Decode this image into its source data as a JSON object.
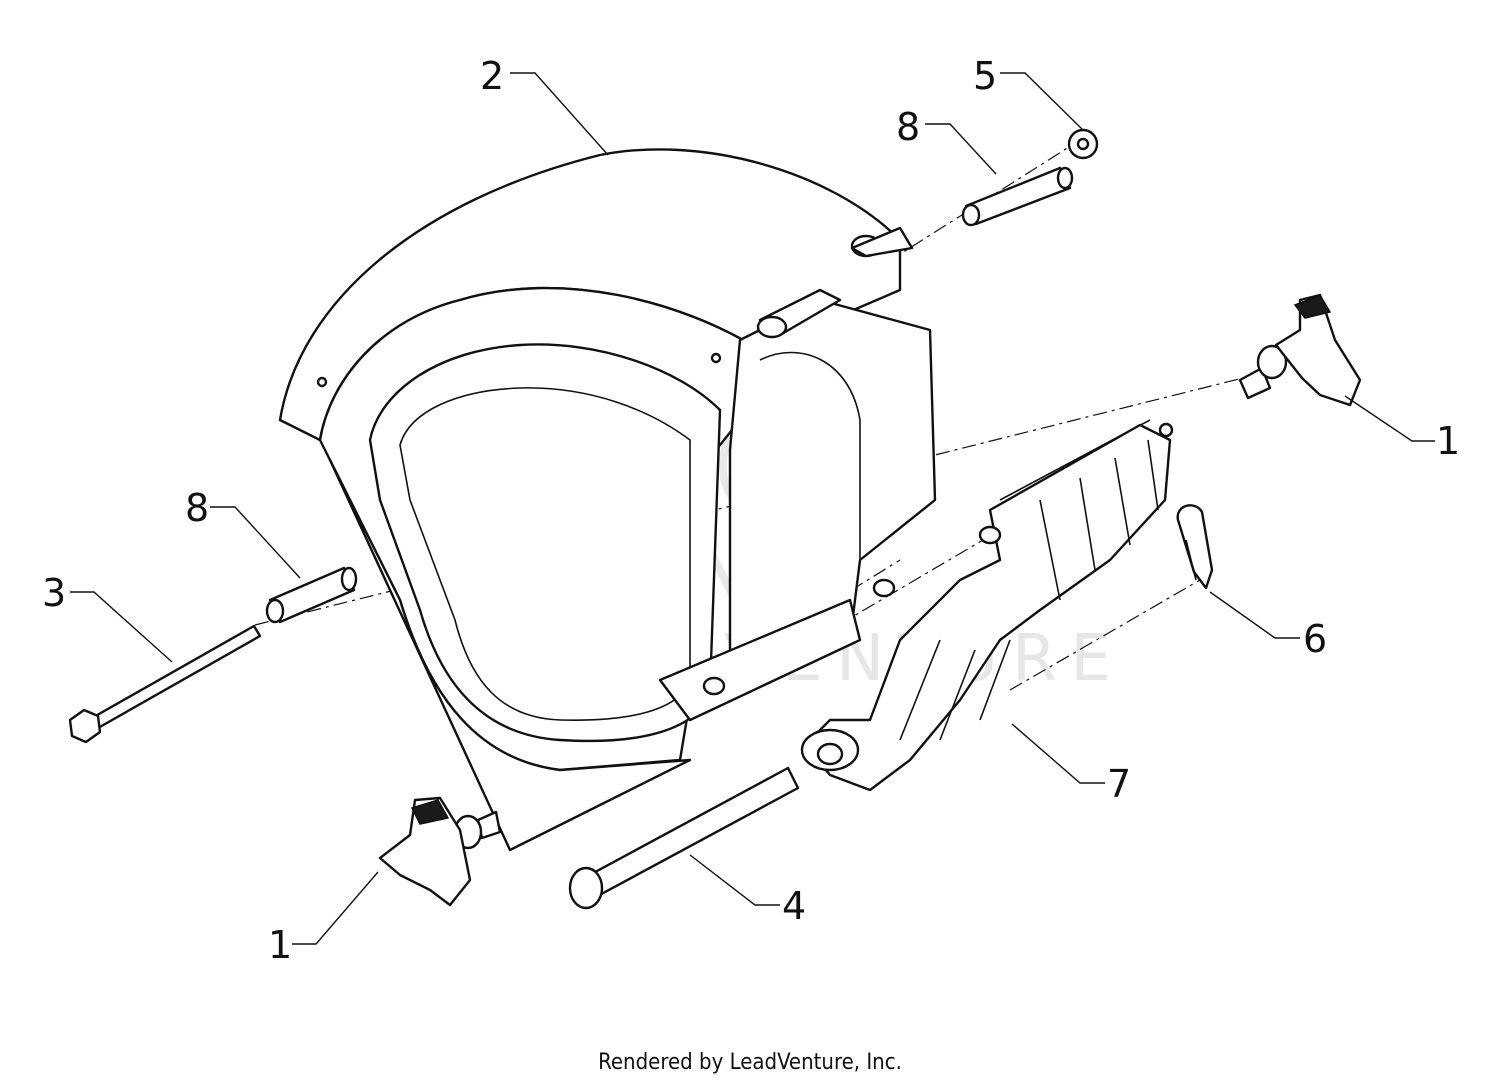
{
  "diagram": {
    "callouts": [
      {
        "id": "c1a",
        "label": "1"
      },
      {
        "id": "c1b",
        "label": "1"
      },
      {
        "id": "c2",
        "label": "2"
      },
      {
        "id": "c3",
        "label": "3"
      },
      {
        "id": "c4",
        "label": "4"
      },
      {
        "id": "c5",
        "label": "5"
      },
      {
        "id": "c6",
        "label": "6"
      },
      {
        "id": "c7",
        "label": "7"
      },
      {
        "id": "c8a",
        "label": "8"
      },
      {
        "id": "c8b",
        "label": "8"
      }
    ],
    "watermark": "LEADVENTURE",
    "footer": "Rendered by LeadVenture, Inc."
  },
  "colors": {
    "line": "#111111",
    "background": "#ffffff",
    "watermark": "#e6e6e6"
  }
}
